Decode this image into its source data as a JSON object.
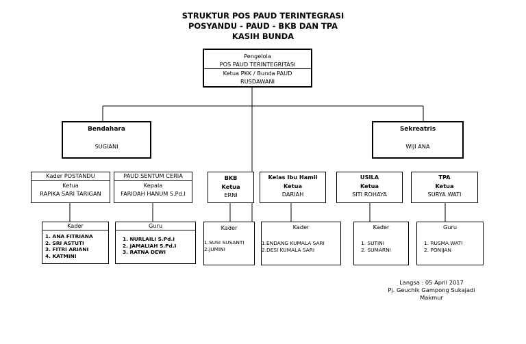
{
  "title": {
    "line1": "STRUKTUR POS PAUD TERINTEGRASI",
    "line2": "POSYANDU - PAUD - BKB DAN TPA",
    "line3": "KASIH BUNDA"
  },
  "top": {
    "line1": "Pengelola",
    "line2": "POS PAUD  TERINTEGRITASI",
    "line3": "Ketua PKK / Bunda PAUD",
    "line4": "RUSDAWANI"
  },
  "bendahara": {
    "role": "Bendahara",
    "name": "SUGIANI"
  },
  "sekretaris": {
    "role": "Sekreatris",
    "name": "WIJI ANA"
  },
  "units": {
    "posyandu": {
      "title": "Kader POSTANDU",
      "role": "Ketua",
      "name": "RAPIKA SARI TARIGAN",
      "sub_title": "Kader",
      "members": [
        "1.   ANA FITRIANA",
        "2.   SRI ASTUTI",
        "3.   FITRI ARIANI",
        "4.   KATMINI"
      ]
    },
    "paud": {
      "title": "PAUD SENTUM CERIA",
      "role": "Kepala",
      "name": "FARIDAH HANUM S.Pd.I",
      "sub_title": "Guru",
      "members": [
        "1.   NURLAILI S.Pd.I",
        "2.   JAMALIAH S.Pd.I",
        "3.   RATNA DEWI"
      ]
    },
    "bkb": {
      "title": "BKB",
      "role": "Ketua",
      "name": "ERNI",
      "sub_title": "Kader",
      "members": [
        "1.SUSI SUSANTI",
        "2.JUMINI"
      ]
    },
    "kih": {
      "title": "Kelas Ibu Hamil",
      "role": "Ketua",
      "name": "DARIAH",
      "sub_title": "Kader",
      "members": [
        "1.ENDANG KUMALA SARI",
        "2.DESI KUMALA SARI"
      ]
    },
    "usila": {
      "title": "USILA",
      "role": "Ketua",
      "name": "SITI ROHAYA",
      "sub_title": "Kader",
      "members": [
        "1.    SUTINI",
        "2.    SUMARNI"
      ]
    },
    "tpa": {
      "title": "TPA",
      "role": "Ketua",
      "name": "SURYA WATI",
      "sub_title": "Guru",
      "members": [
        "1.    RUSMA WATI",
        "2.    PONIJAN"
      ]
    }
  },
  "signature": {
    "line1": "Langsa : 05 April 2017",
    "line2": "Pj. Geuchik Gampong Sukajadi",
    "line3": "Makmur"
  }
}
